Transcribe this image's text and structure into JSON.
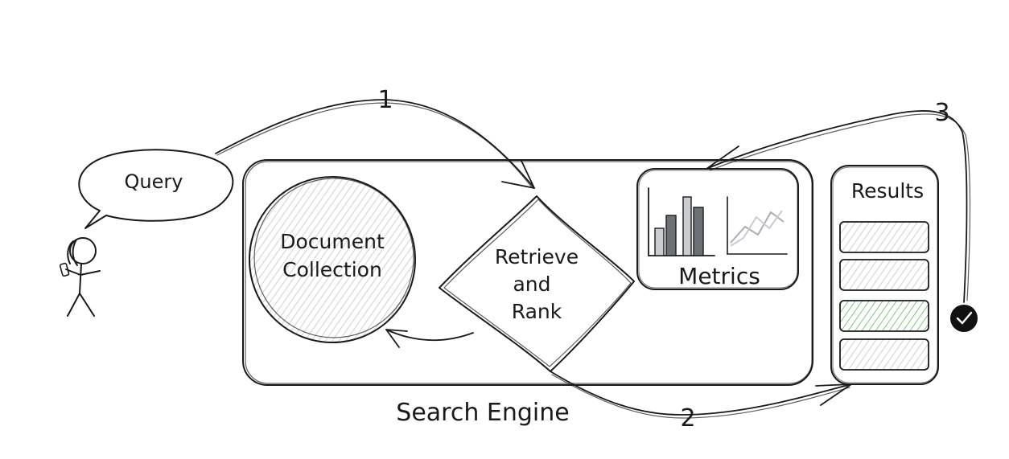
{
  "query": {
    "label": "Query"
  },
  "document_collection": {
    "line1": "Document",
    "line2": "Collection"
  },
  "retrieve_rank": {
    "line1": "Retrieve",
    "line2": "and",
    "line3": "Rank"
  },
  "metrics": {
    "label": "Metrics"
  },
  "results": {
    "label": "Results",
    "highlighted_index": 2
  },
  "search_engine": {
    "label": "Search Engine"
  },
  "steps": {
    "step1": "1",
    "step2": "2",
    "step3": "3"
  },
  "colors": {
    "ink": "#1a1a1a",
    "hatch_gray": "#c4c6c9",
    "hatch_green": "#5cb85c",
    "bar_dark": "#6c7077",
    "bar_light": "#c9ccd1"
  }
}
